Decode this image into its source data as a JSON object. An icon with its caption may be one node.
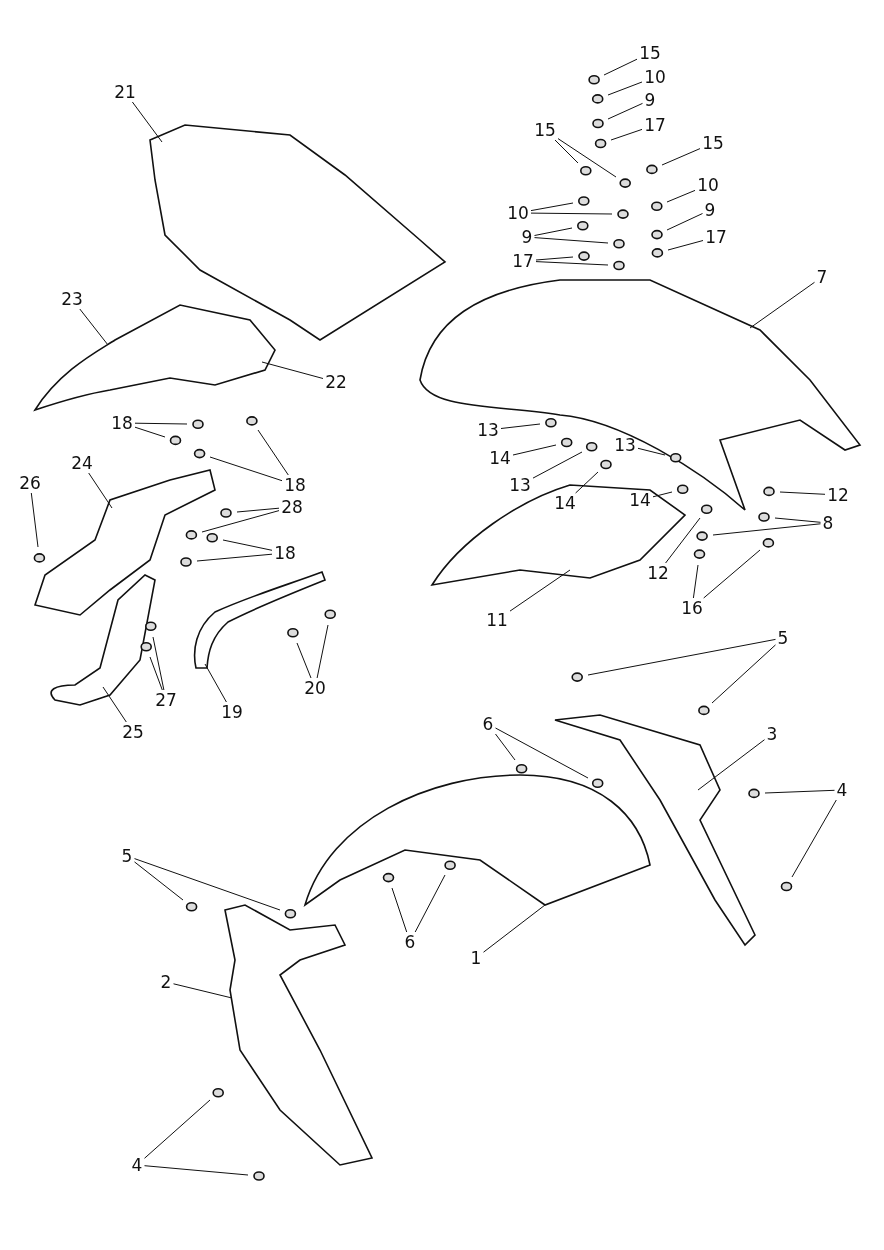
{
  "diagram": {
    "nodes": [
      {
        "text": [
          "15"
        ]
      },
      {
        "text": [
          "10"
        ]
      },
      {
        "text": [
          "9"
        ]
      },
      {
        "text": [
          "21"
        ]
      },
      {
        "text": [
          "17"
        ]
      },
      {
        "text": [
          "15"
        ]
      },
      {
        "text": [
          "15"
        ]
      },
      {
        "text": [
          "10"
        ]
      },
      {
        "text": [
          "10"
        ]
      },
      {
        "text": [
          "9"
        ]
      },
      {
        "text": [
          "9"
        ]
      },
      {
        "text": [
          "17"
        ]
      },
      {
        "text": [
          "17"
        ]
      },
      {
        "text": [
          "7"
        ]
      },
      {
        "text": [
          "23"
        ]
      },
      {
        "text": [
          "22"
        ]
      },
      {
        "text": [
          "18"
        ]
      },
      {
        "text": [
          "13"
        ]
      },
      {
        "text": [
          "14"
        ]
      },
      {
        "text": [
          "13"
        ]
      },
      {
        "text": [
          "24"
        ]
      },
      {
        "text": [
          "13"
        ]
      },
      {
        "text": [
          "14"
        ]
      },
      {
        "text": [
          "14"
        ]
      },
      {
        "text": [
          "26"
        ]
      },
      {
        "text": [
          "18"
        ]
      },
      {
        "text": [
          "12"
        ]
      },
      {
        "text": [
          "28"
        ]
      },
      {
        "text": [
          "8"
        ]
      },
      {
        "text": [
          "18"
        ]
      },
      {
        "text": [
          "12"
        ]
      },
      {
        "text": [
          "16"
        ]
      },
      {
        "text": [
          "11"
        ]
      },
      {
        "text": [
          "5"
        ]
      },
      {
        "text": [
          "20"
        ]
      },
      {
        "text": [
          "27"
        ]
      },
      {
        "text": [
          "19"
        ]
      },
      {
        "text": [
          "6"
        ]
      },
      {
        "text": [
          "25"
        ]
      },
      {
        "text": [
          "3"
        ]
      },
      {
        "text": [
          "4"
        ]
      },
      {
        "text": [
          "5"
        ]
      },
      {
        "text": [
          "6"
        ]
      },
      {
        "text": [
          "1"
        ]
      },
      {
        "text": [
          "2"
        ]
      },
      {
        "text": [
          "4"
        ]
      }
    ],
    "edges": [
      {
        "from": 0,
        "to": null,
        "arrow": "none"
      },
      {
        "from": 1,
        "to": null,
        "arrow": "none"
      },
      {
        "from": 2,
        "to": null,
        "arrow": "none"
      },
      {
        "from": 3,
        "to": null,
        "arrow": "none"
      },
      {
        "from": 4,
        "to": null,
        "arrow": "none"
      },
      {
        "from": 5,
        "to": null,
        "arrow": "none"
      },
      {
        "from": 5,
        "to": null,
        "arrow": "none"
      },
      {
        "from": 6,
        "to": null,
        "arrow": "none"
      },
      {
        "from": 7,
        "to": null,
        "arrow": "none"
      },
      {
        "from": 8,
        "to": null,
        "arrow": "none"
      },
      {
        "from": 8,
        "to": null,
        "arrow": "none"
      },
      {
        "from": 9,
        "to": null,
        "arrow": "none"
      },
      {
        "from": 10,
        "to": null,
        "arrow": "none"
      },
      {
        "from": 10,
        "to": null,
        "arrow": "none"
      },
      {
        "from": 11,
        "to": null,
        "arrow": "none"
      },
      {
        "from": 12,
        "to": null,
        "arrow": "none"
      },
      {
        "from": 12,
        "to": null,
        "arrow": "none"
      },
      {
        "from": 13,
        "to": null,
        "arrow": "none"
      },
      {
        "from": 14,
        "to": null,
        "arrow": "none"
      },
      {
        "from": 15,
        "to": null,
        "arrow": "none"
      },
      {
        "from": 16,
        "to": null,
        "arrow": "none"
      },
      {
        "from": 16,
        "to": null,
        "arrow": "none"
      },
      {
        "from": 17,
        "to": null,
        "arrow": "none"
      },
      {
        "from": 18,
        "to": null,
        "arrow": "none"
      },
      {
        "from": 19,
        "to": null,
        "arrow": "none"
      },
      {
        "from": 20,
        "to": null,
        "arrow": "none"
      },
      {
        "from": 21,
        "to": null,
        "arrow": "none"
      },
      {
        "from": 22,
        "to": null,
        "arrow": "none"
      },
      {
        "from": 23,
        "to": null,
        "arrow": "none"
      },
      {
        "from": 24,
        "to": null,
        "arrow": "none"
      },
      {
        "from": 25,
        "to": null,
        "arrow": "none"
      },
      {
        "from": 25,
        "to": null,
        "arrow": "none"
      },
      {
        "from": 26,
        "to": null,
        "arrow": "none"
      },
      {
        "from": 27,
        "to": null,
        "arrow": "none"
      },
      {
        "from": 27,
        "to": null,
        "arrow": "none"
      },
      {
        "from": 28,
        "to": null,
        "arrow": "none"
      },
      {
        "from": 28,
        "to": null,
        "arrow": "none"
      },
      {
        "from": 29,
        "to": null,
        "arrow": "none"
      },
      {
        "from": 29,
        "to": null,
        "arrow": "none"
      },
      {
        "from": 30,
        "to": null,
        "arrow": "none"
      },
      {
        "from": 31,
        "to": null,
        "arrow": "none"
      },
      {
        "from": 31,
        "to": null,
        "arrow": "none"
      },
      {
        "from": 32,
        "to": null,
        "arrow": "none"
      },
      {
        "from": 33,
        "to": null,
        "arrow": "none"
      },
      {
        "from": 33,
        "to": null,
        "arrow": "none"
      },
      {
        "from": 34,
        "to": null,
        "arrow": "none"
      },
      {
        "from": 34,
        "to": null,
        "arrow": "none"
      },
      {
        "from": 35,
        "to": null,
        "arrow": "none"
      },
      {
        "from": 35,
        "to": null,
        "arrow": "none"
      },
      {
        "from": 36,
        "to": null,
        "arrow": "none"
      },
      {
        "from": 37,
        "to": null,
        "arrow": "none"
      },
      {
        "from": 37,
        "to": null,
        "arrow": "none"
      },
      {
        "from": 38,
        "to": null,
        "arrow": "none"
      },
      {
        "from": 39,
        "to": null,
        "arrow": "none"
      },
      {
        "from": 40,
        "to": null,
        "arrow": "none"
      },
      {
        "from": 40,
        "to": null,
        "arrow": "none"
      },
      {
        "from": 41,
        "to": null,
        "arrow": "none"
      },
      {
        "from": 41,
        "to": null,
        "arrow": "none"
      },
      {
        "from": 42,
        "to": null,
        "arrow": "none"
      },
      {
        "from": 42,
        "to": null,
        "arrow": "none"
      },
      {
        "from": 43,
        "to": null,
        "arrow": "none"
      },
      {
        "from": 44,
        "to": null,
        "arrow": "none"
      },
      {
        "from": 45,
        "to": null,
        "arrow": "none"
      },
      {
        "from": 45,
        "to": null,
        "arrow": "none"
      }
    ]
  }
}
